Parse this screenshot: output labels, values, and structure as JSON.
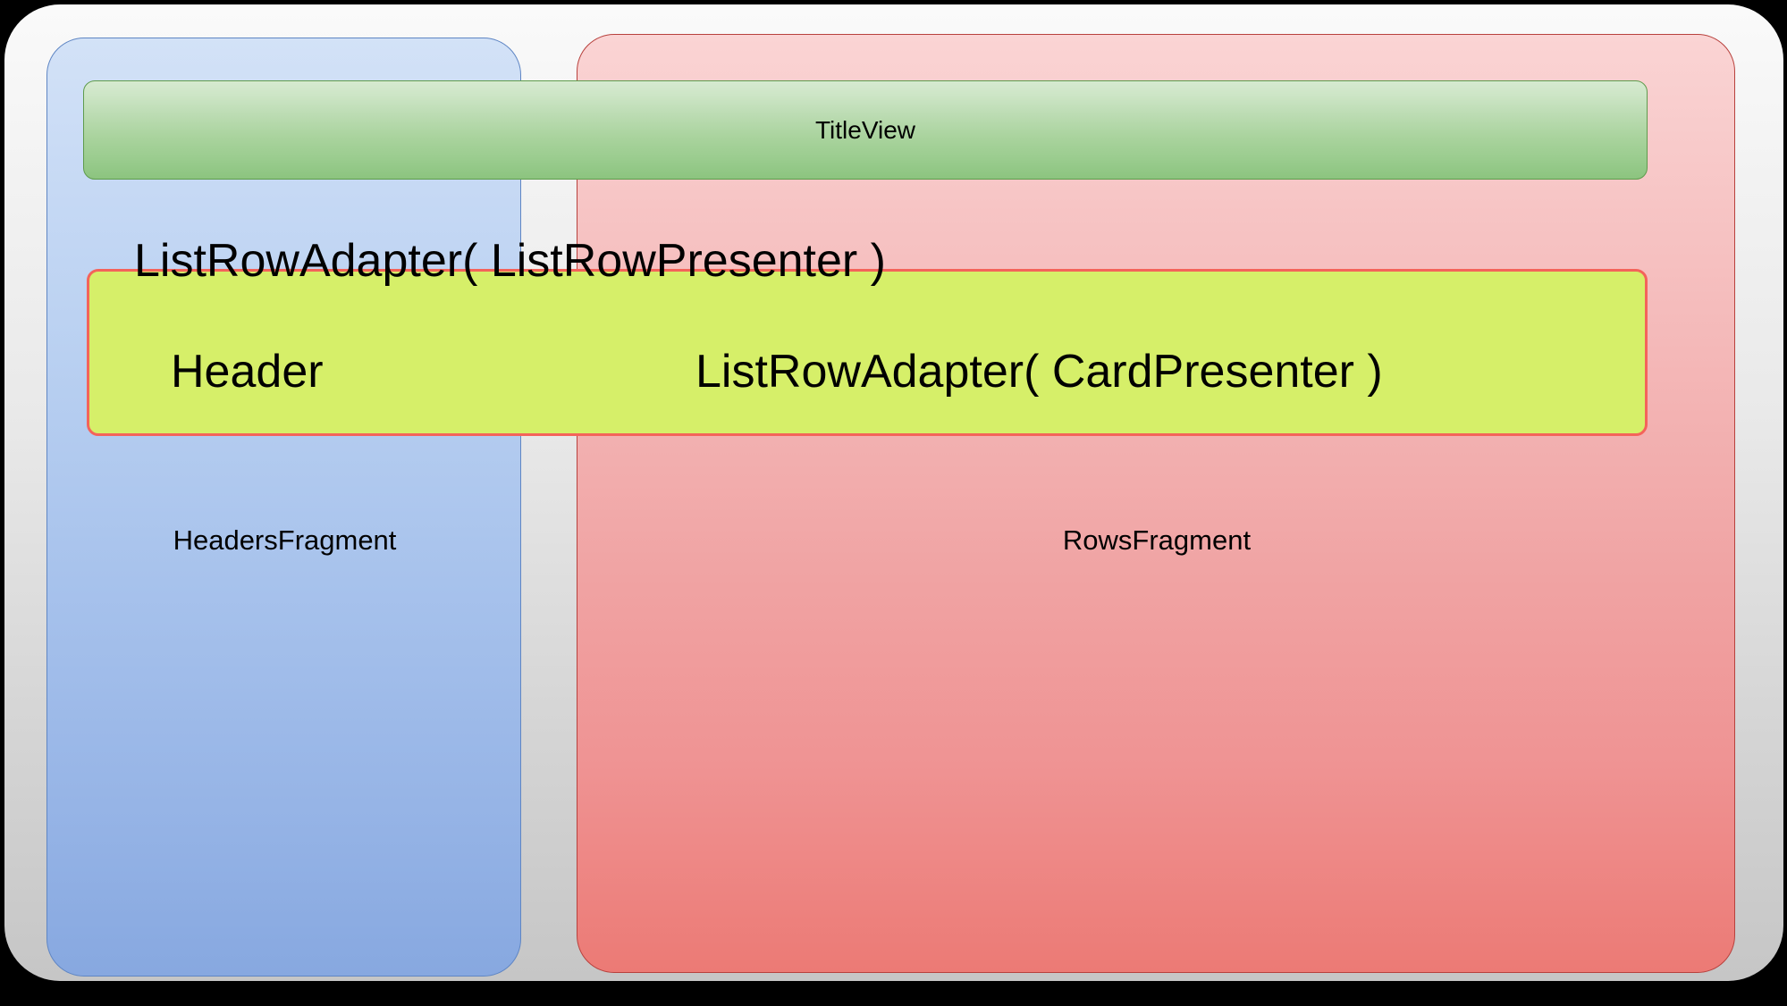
{
  "diagram": {
    "title": "Android TV Leanback BrowseFragment structure",
    "outer_container": {
      "name": "browse-fragment-container"
    },
    "title_view": {
      "label": "TitleView",
      "color": "#9acc8e"
    },
    "row_adapter_caption": {
      "label": "ListRowAdapter( ListRowPresenter )"
    },
    "row_box": {
      "header_label": "Header",
      "card_adapter_label": "ListRowAdapter( CardPresenter )",
      "fill_color": "#d6ef69",
      "border_color": "#f4635a"
    },
    "fragments": [
      {
        "key": "headers",
        "label": "HeadersFragment",
        "color": "#a7c2ec",
        "border_color": "#5f86c4"
      },
      {
        "key": "rows",
        "label": "RowsFragment",
        "color": "#f0a3a3",
        "border_color": "#b8413d"
      }
    ]
  }
}
